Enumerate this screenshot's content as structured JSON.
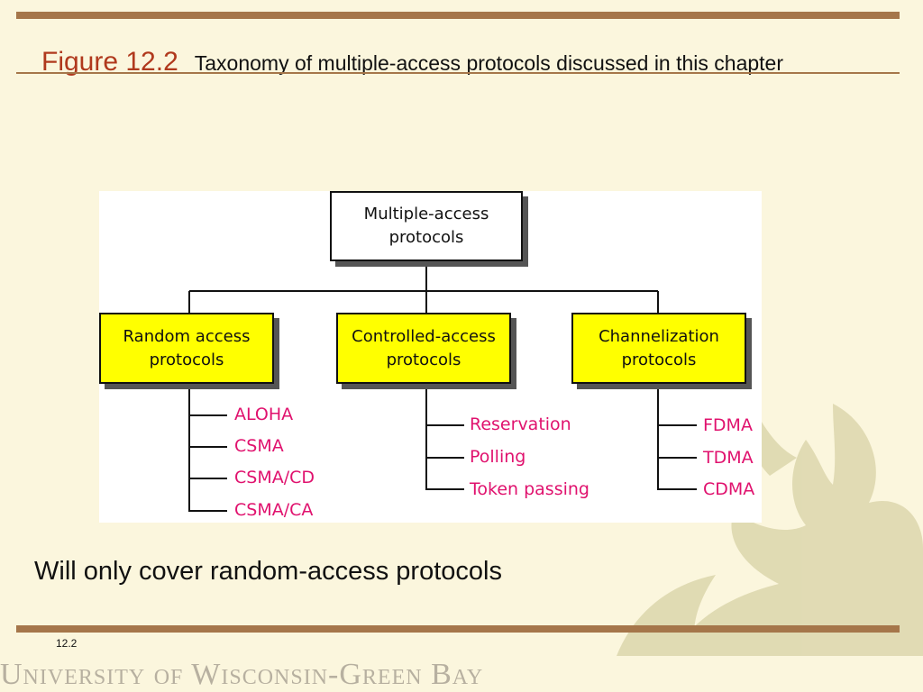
{
  "header": {
    "figure_label": "Figure 12.2",
    "caption": "Taxonomy of multiple-access protocols discussed in this chapter"
  },
  "diagram": {
    "root": {
      "line1": "Multiple-access",
      "line2": "protocols"
    },
    "categories": [
      {
        "line1": "Random access",
        "line2": "protocols",
        "items": [
          "ALOHA",
          "CSMA",
          "CSMA/CD",
          "CSMA/CA"
        ]
      },
      {
        "line1": "Controlled-access",
        "line2": "protocols",
        "items": [
          "Reservation",
          "Polling",
          "Token passing"
        ]
      },
      {
        "line1": "Channelization",
        "line2": "protocols",
        "items": [
          "FDMA",
          "TDMA",
          "CDMA"
        ]
      }
    ],
    "colors": {
      "category_fill": "#ffff00",
      "leaf_text": "#e0126e",
      "title_accent": "#b0391d",
      "rule": "#a5764a"
    }
  },
  "remark": "Will only cover random-access protocols",
  "footer": {
    "slide_number": "12.2",
    "university": "University of Wisconsin-Green Bay"
  }
}
